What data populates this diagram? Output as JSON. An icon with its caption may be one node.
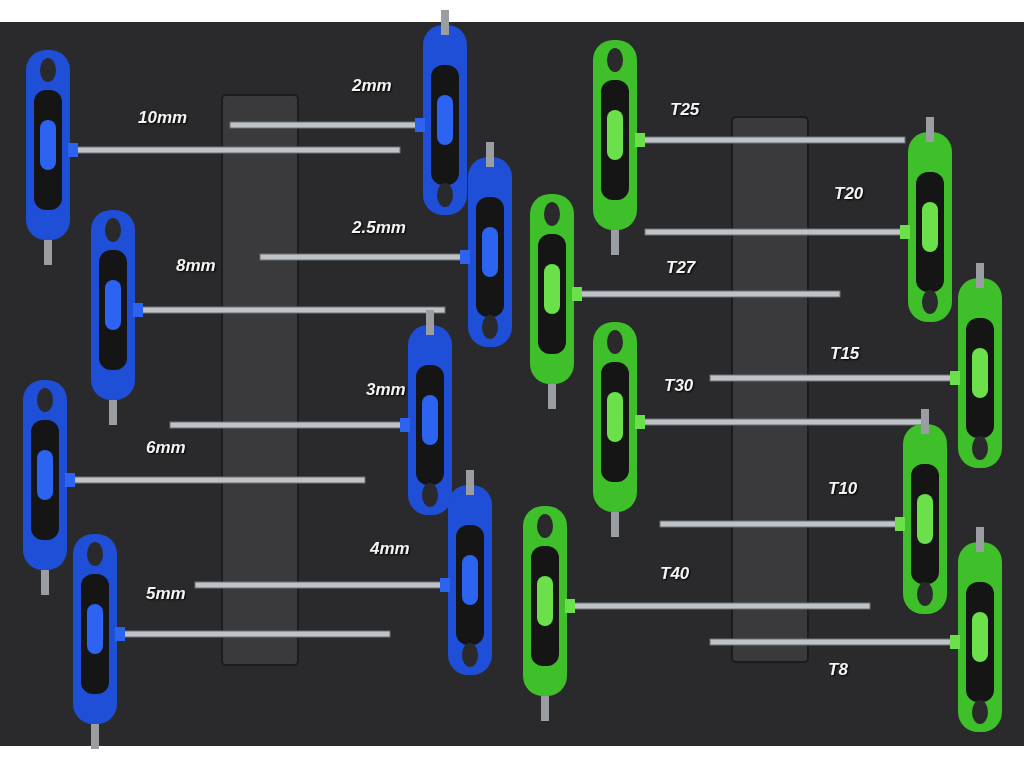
{
  "diagram": {
    "labels": [
      "2mm",
      "10mm",
      "T25",
      "T20",
      "2.5mm",
      "8mm",
      "T27",
      "3mm",
      "T15",
      "T30",
      "6mm",
      "T10",
      "4mm",
      "T40",
      "5mm",
      "T8"
    ]
  }
}
